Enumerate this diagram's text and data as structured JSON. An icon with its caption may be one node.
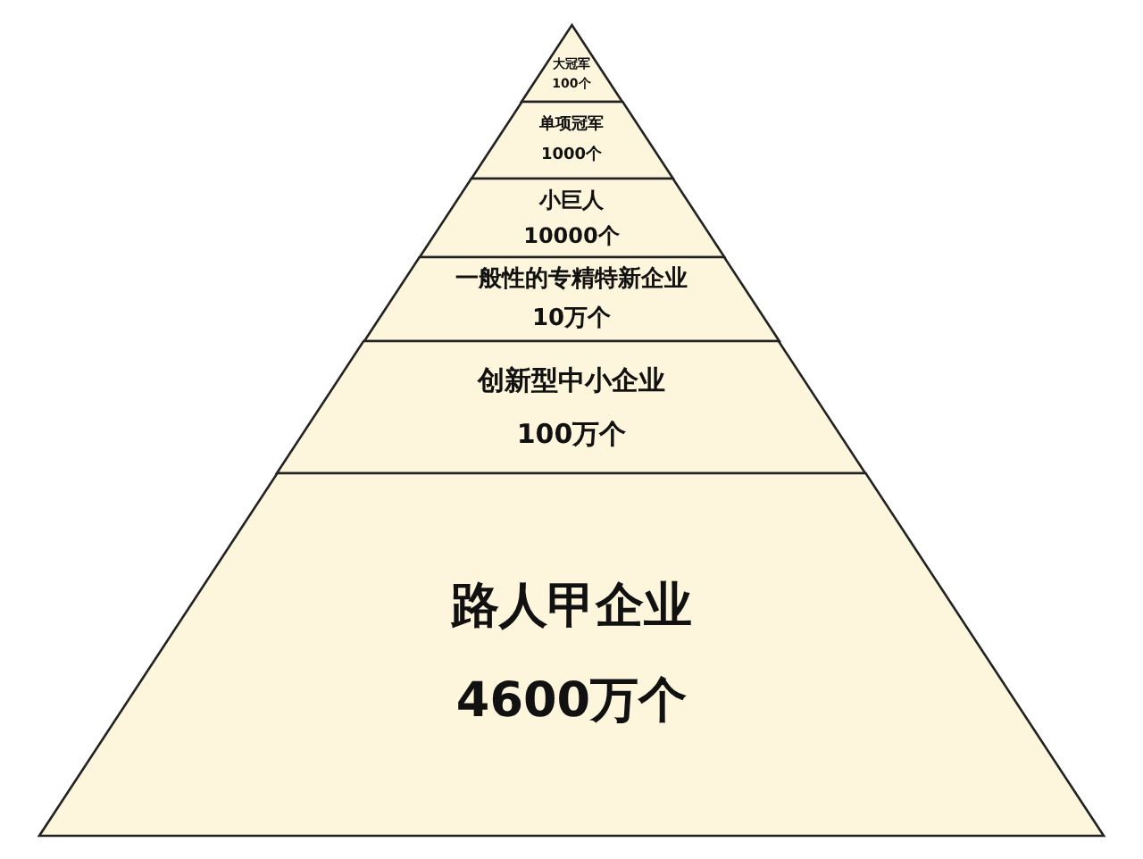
{
  "diagram": {
    "nodes": [
      {
        "text": [
          "大冠军",
          "100个"
        ]
      },
      {
        "text": [
          "单项冠军",
          "1000个"
        ]
      },
      {
        "text": [
          "小巨人",
          "10000个"
        ]
      },
      {
        "text": [
          "一般性的专精特新企业",
          "10万个"
        ]
      },
      {
        "text": [
          "创新型中小企业",
          "100万个"
        ]
      },
      {
        "text": [
          "路人甲企业",
          "4600万个"
        ]
      }
    ]
  }
}
